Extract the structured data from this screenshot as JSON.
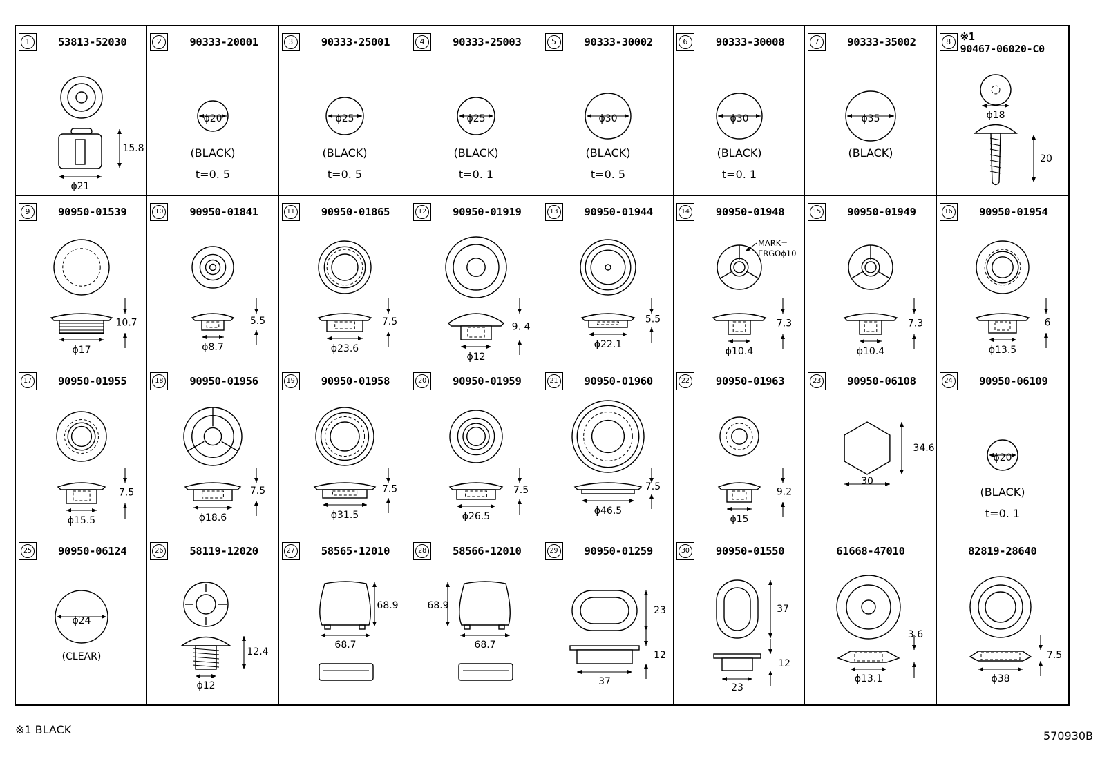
{
  "footnote": "※1 BLACK",
  "drawing_code": "570930B",
  "cells": [
    {
      "num": "1",
      "part": "53813-52030",
      "dims": [
        "15.8",
        "ϕ21"
      ],
      "notes": []
    },
    {
      "num": "2",
      "part": "90333-20001",
      "dims": [
        "ϕ20"
      ],
      "notes": [
        "(BLACK)",
        "t=0. 5"
      ]
    },
    {
      "num": "3",
      "part": "90333-25001",
      "dims": [
        "ϕ25"
      ],
      "notes": [
        "(BLACK)",
        "t=0. 5"
      ]
    },
    {
      "num": "4",
      "part": "90333-25003",
      "dims": [
        "ϕ25"
      ],
      "notes": [
        "(BLACK)",
        "t=0. 1"
      ]
    },
    {
      "num": "5",
      "part": "90333-30002",
      "dims": [
        "ϕ30"
      ],
      "notes": [
        "(BLACK)",
        "t=0. 5"
      ]
    },
    {
      "num": "6",
      "part": "90333-30008",
      "dims": [
        "ϕ30"
      ],
      "notes": [
        "(BLACK)",
        "t=0. 1"
      ]
    },
    {
      "num": "7",
      "part": "90333-35002",
      "dims": [
        "ϕ35"
      ],
      "notes": [
        "(BLACK)"
      ]
    },
    {
      "num": "8",
      "part": "90467-06020-C0",
      "mark": "※1",
      "dims": [
        "ϕ18",
        "20"
      ],
      "notes": []
    },
    {
      "num": "9",
      "part": "90950-01539",
      "dims": [
        "10.7",
        "ϕ17"
      ],
      "notes": []
    },
    {
      "num": "10",
      "part": "90950-01841",
      "dims": [
        "5.5",
        "ϕ8.7"
      ],
      "notes": []
    },
    {
      "num": "11",
      "part": "90950-01865",
      "dims": [
        "7.5",
        "ϕ23.6"
      ],
      "notes": []
    },
    {
      "num": "12",
      "part": "90950-01919",
      "dims": [
        "9. 4",
        "ϕ12"
      ],
      "notes": []
    },
    {
      "num": "13",
      "part": "90950-01944",
      "dims": [
        "5.5",
        "ϕ22.1"
      ],
      "notes": []
    },
    {
      "num": "14",
      "part": "90950-01948",
      "dims": [
        "7.3",
        "ϕ10.4"
      ],
      "notes": [
        "MARK=",
        "ERGOϕ10"
      ]
    },
    {
      "num": "15",
      "part": "90950-01949",
      "dims": [
        "7.3",
        "ϕ10.4"
      ],
      "notes": []
    },
    {
      "num": "16",
      "part": "90950-01954",
      "dims": [
        "6",
        "ϕ13.5"
      ],
      "notes": []
    },
    {
      "num": "17",
      "part": "90950-01955",
      "dims": [
        "7.5",
        "ϕ15.5"
      ],
      "notes": []
    },
    {
      "num": "18",
      "part": "90950-01956",
      "dims": [
        "7.5",
        "ϕ18.6"
      ],
      "notes": []
    },
    {
      "num": "19",
      "part": "90950-01958",
      "dims": [
        "7.5",
        "ϕ31.5"
      ],
      "notes": []
    },
    {
      "num": "20",
      "part": "90950-01959",
      "dims": [
        "7.5",
        "ϕ26.5"
      ],
      "notes": []
    },
    {
      "num": "21",
      "part": "90950-01960",
      "dims": [
        "7.5",
        "ϕ46.5"
      ],
      "notes": []
    },
    {
      "num": "22",
      "part": "90950-01963",
      "dims": [
        "9.2",
        "ϕ15"
      ],
      "notes": []
    },
    {
      "num": "23",
      "part": "90950-06108",
      "dims": [
        "34.6",
        "30"
      ],
      "notes": []
    },
    {
      "num": "24",
      "part": "90950-06109",
      "dims": [
        "ϕ20"
      ],
      "notes": [
        "(BLACK)",
        "t=0. 1"
      ]
    },
    {
      "num": "25",
      "part": "90950-06124",
      "dims": [
        "ϕ24"
      ],
      "notes": [
        "(CLEAR)"
      ]
    },
    {
      "num": "26",
      "part": "58119-12020",
      "dims": [
        "12.4",
        "ϕ12"
      ],
      "notes": []
    },
    {
      "num": "27",
      "part": "58565-12010",
      "dims": [
        "68.9",
        "68.7"
      ],
      "notes": []
    },
    {
      "num": "28",
      "part": "58566-12010",
      "dims": [
        "68.9",
        "68.7"
      ],
      "notes": []
    },
    {
      "num": "29",
      "part": "90950-01259",
      "dims": [
        "23",
        "12",
        "37"
      ],
      "notes": []
    },
    {
      "num": "30",
      "part": "90950-01550",
      "dims": [
        "37",
        "12",
        "23"
      ],
      "notes": []
    },
    {
      "num": "",
      "part": "61668-47010",
      "dims": [
        "3.6",
        "ϕ13.1"
      ],
      "notes": []
    },
    {
      "num": "",
      "part": "82819-28640",
      "dims": [
        "7.5",
        "ϕ38"
      ],
      "notes": []
    }
  ]
}
